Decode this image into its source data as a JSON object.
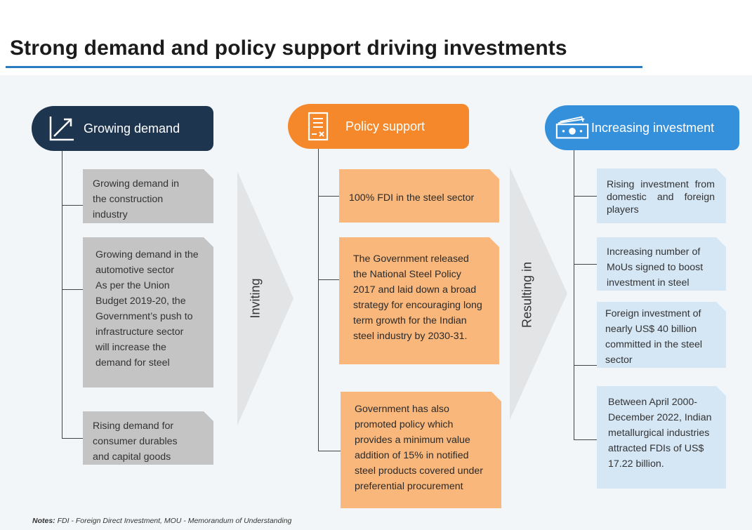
{
  "title": "Strong demand and policy support driving investments",
  "columns": [
    {
      "header": "Growing demand",
      "icon": "trend-up-icon",
      "color": "#1e3550",
      "items": [
        "Growing demand in the construction industry",
        "Growing demand in the automotive sector",
        "As per the Union Budget 2019-20, the Government’s push to infrastructure sector will increase the demand for steel",
        "Rising demand for consumer durables and capital goods"
      ]
    },
    {
      "header": "Policy support",
      "icon": "document-icon",
      "color": "#f4882b",
      "items": [
        "100% FDI in the steel sector",
        "The Government released the National Steel Policy 2017 and laid down a broad strategy for encouraging long term growth for the Indian steel industry by 2030-31.",
        "Government has also promoted policy which provides a minimum value addition of 15% in notified steel products covered under preferential procurement"
      ]
    },
    {
      "header": "Increasing investment",
      "icon": "money-icon",
      "color": "#3590db",
      "items": [
        "Rising investment from domestic and foreign players",
        "Increasing number of MoUs signed to boost investment in steel",
        "Foreign investment of nearly US$ 40 billion committed in the steel sector",
        "Between April 2000-December 2022, Indian metallurgical industries attracted FDIs of US$ 17.22 billion."
      ]
    }
  ],
  "connectors": [
    "Inviting",
    "Resulting in"
  ],
  "notes": {
    "label": "Notes:",
    "text": "FDI - Foreign Direct Investment, MOU - Memorandum of Understanding"
  }
}
